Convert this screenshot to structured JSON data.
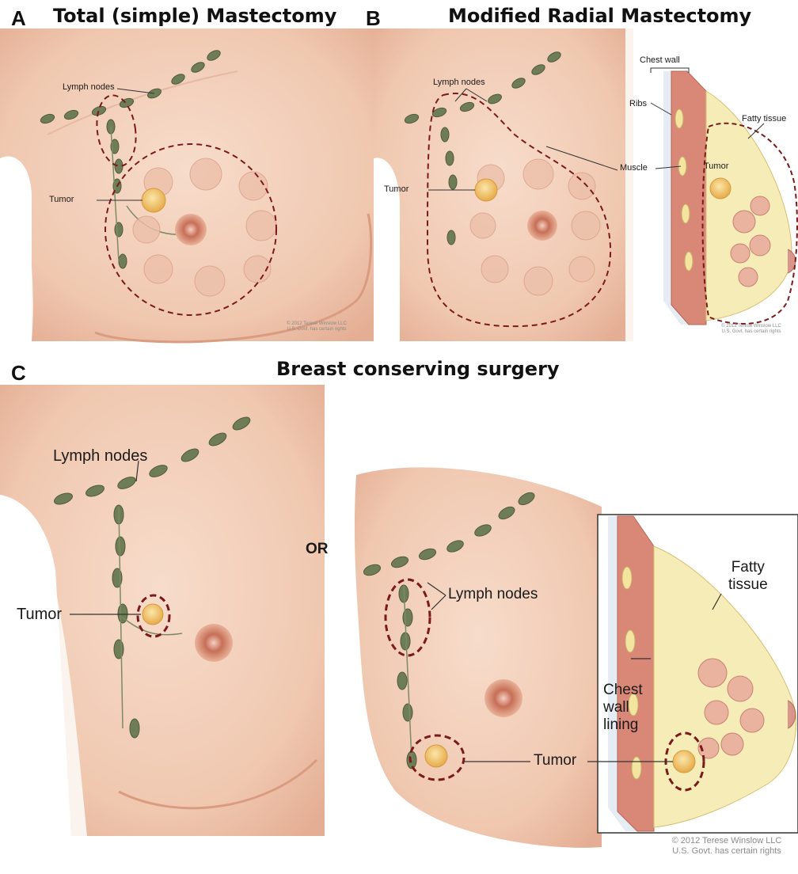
{
  "panels": {
    "a": {
      "letter": "A",
      "title": "Total (simple) Mastectomy",
      "lymph": "Lymph nodes",
      "tumor": "Tumor",
      "copyright_line1": "© 2012 Terese Winslow LLC",
      "copyright_line2": "U.S. Govt. has certain rights"
    },
    "b": {
      "letter": "B",
      "title": "Modified Radial Mastectomy",
      "lymph": "Lymph nodes",
      "tumor": "Tumor",
      "chest_wall": "Chest wall",
      "ribs": "Ribs",
      "muscle": "Muscle",
      "fatty": "Fatty tissue",
      "tumor2": "Tumor",
      "copyright_line1": "© 2012 Terese Winslow LLC",
      "copyright_line2": "U.S. Govt. has certain rights"
    },
    "c": {
      "letter": "C",
      "title": "Breast conserving surgery",
      "or": "OR",
      "lymph_left": "Lymph nodes",
      "tumor_left": "Tumor",
      "lymph_right": "Lymph nodes",
      "fatty_line1": "Fatty",
      "fatty_line2": "tissue",
      "chest_line1": "Chest",
      "chest_line2": "wall",
      "chest_line3": "lining",
      "tumor_right": "Tumor",
      "copyright_line1": "© 2012 Terese Winslow LLC",
      "copyright_line2": "U.S. Govt. has certain rights"
    }
  },
  "colors": {
    "skin": "#f2cdb6",
    "skin_shadow": "#e2aa8f",
    "nipple": "#c97a62",
    "lymph": "#7c8a62",
    "outline": "#7a1a1a",
    "tumor": "#f0c060",
    "fat": "#f6ecb8",
    "muscle": "#d9857a"
  }
}
